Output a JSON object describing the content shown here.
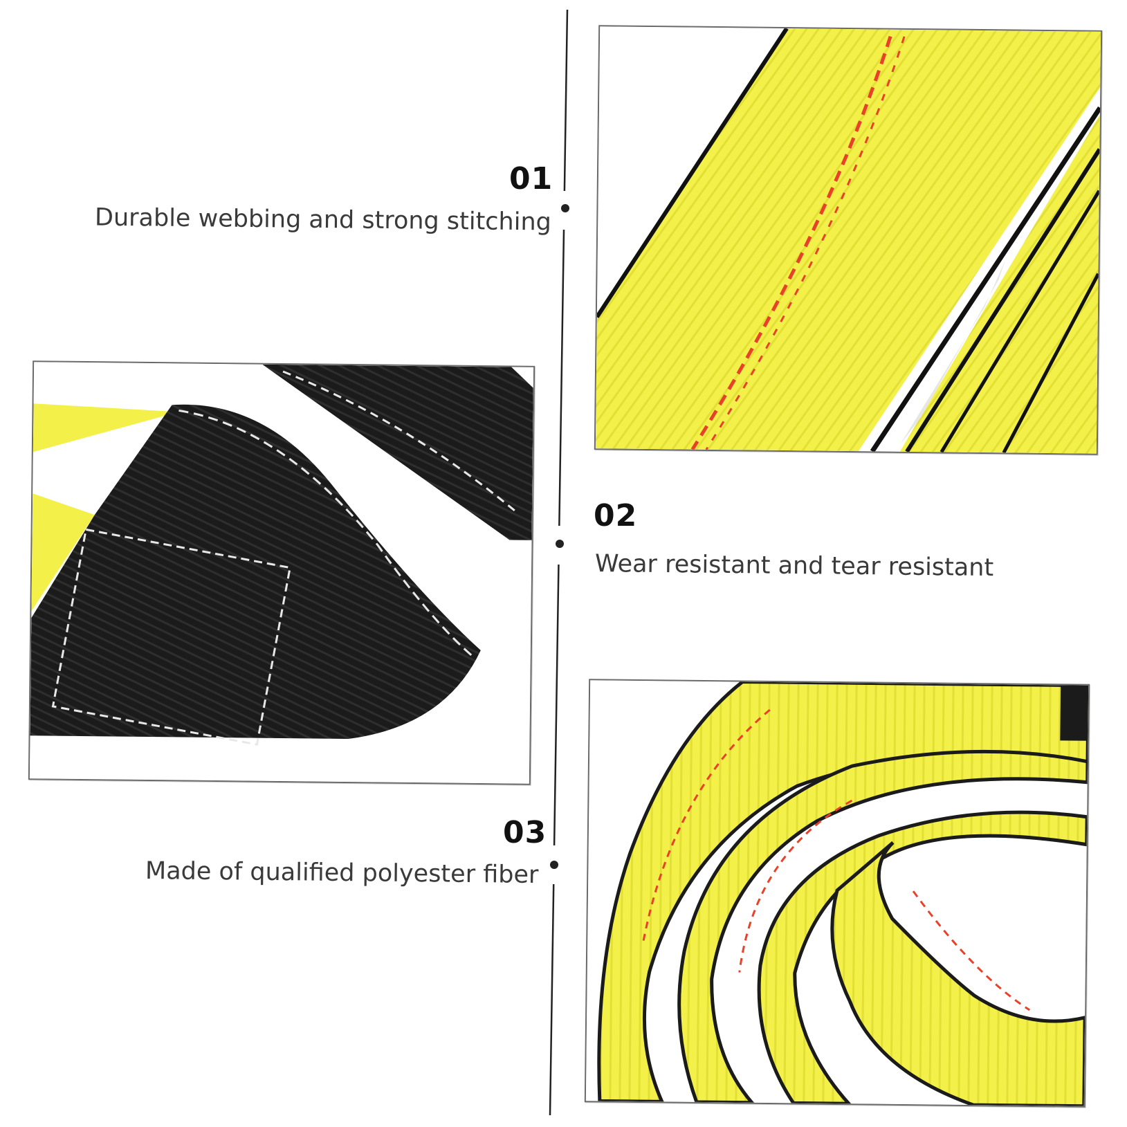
{
  "features": [
    {
      "number": "01",
      "text": "Durable webbing and strong stitching"
    },
    {
      "number": "02",
      "text": "Wear resistant and tear resistant"
    },
    {
      "number": "03",
      "text": "Made of qualified polyester fiber"
    }
  ],
  "colors": {
    "webbing_yellow": "#f3f04a",
    "webbing_black": "#1b1b1b",
    "stitch_red": "#e8412a",
    "stitch_white": "#e8e8e8",
    "divider": "#222222"
  }
}
